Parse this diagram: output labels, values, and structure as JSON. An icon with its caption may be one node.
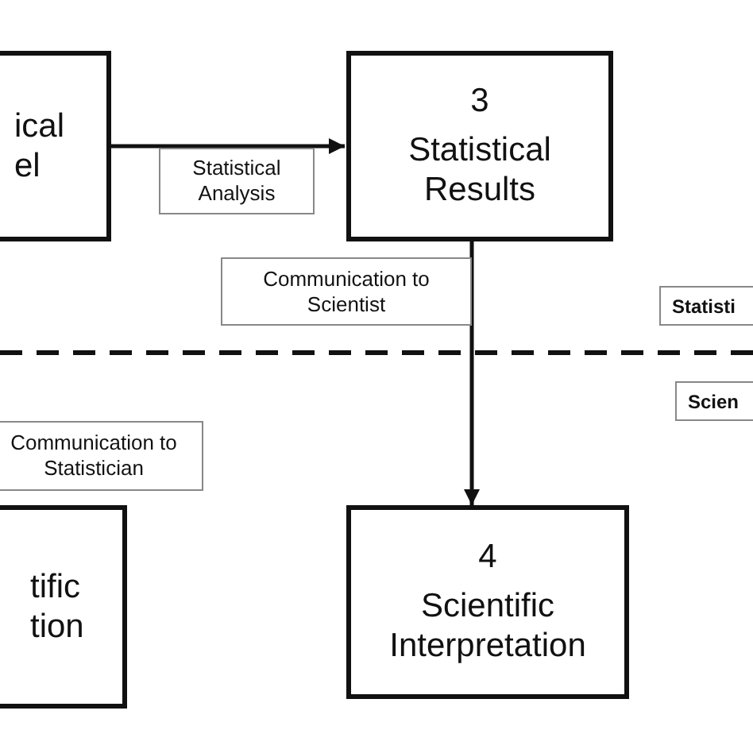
{
  "diagram": {
    "nodes": [
      {
        "text": [
          "ical el"
        ]
      },
      {
        "text": [
          "3",
          "Statistical Results"
        ]
      },
      {
        "text": [
          "tific tion"
        ]
      },
      {
        "text": [
          "4",
          "Scientific Interpretation"
        ]
      }
    ],
    "edges": [
      {
        "from": 0,
        "to": 1,
        "arrow": "to",
        "label": "Statistical Analysis"
      },
      {
        "from": 1,
        "to": 3,
        "arrow": "to",
        "label": "Communication to Scientist"
      }
    ],
    "labels": [
      "Statisti",
      "Communication to Statistician",
      "Scien"
    ]
  }
}
